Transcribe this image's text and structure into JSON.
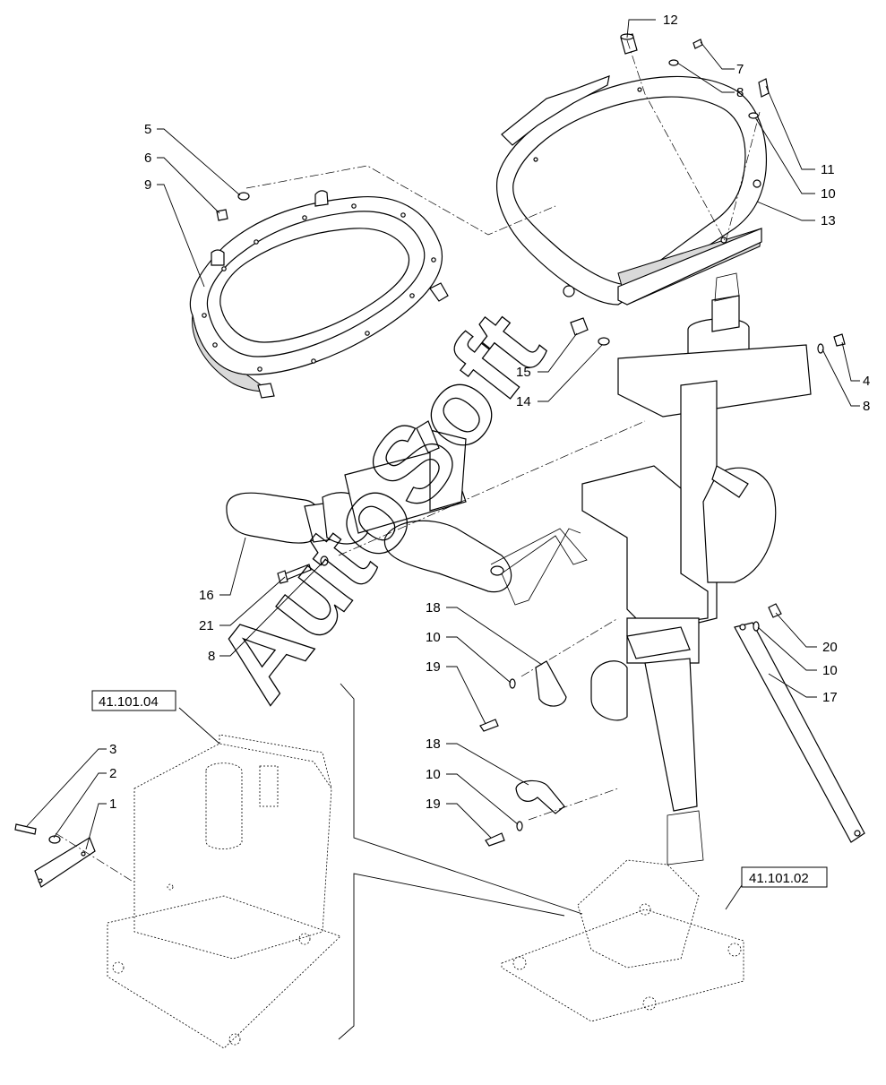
{
  "watermark": "AutoSoft",
  "references": [
    {
      "id": "ref-top",
      "text": "41.101.04"
    },
    {
      "id": "ref-bottom",
      "text": "41.101.02"
    }
  ],
  "callouts": [
    {
      "id": "c12",
      "text": "12"
    },
    {
      "id": "c7",
      "text": "7"
    },
    {
      "id": "c8a",
      "text": "8"
    },
    {
      "id": "c11",
      "text": "11"
    },
    {
      "id": "c10a",
      "text": "10"
    },
    {
      "id": "c13",
      "text": "13"
    },
    {
      "id": "c5",
      "text": "5"
    },
    {
      "id": "c6",
      "text": "6"
    },
    {
      "id": "c9",
      "text": "9"
    },
    {
      "id": "c15",
      "text": "15"
    },
    {
      "id": "c14",
      "text": "14"
    },
    {
      "id": "c4",
      "text": "4"
    },
    {
      "id": "c8b",
      "text": "8"
    },
    {
      "id": "c16",
      "text": "16"
    },
    {
      "id": "c21",
      "text": "21"
    },
    {
      "id": "c8c",
      "text": "8"
    },
    {
      "id": "c18a",
      "text": "18"
    },
    {
      "id": "c10b",
      "text": "10"
    },
    {
      "id": "c19a",
      "text": "19"
    },
    {
      "id": "c20",
      "text": "20"
    },
    {
      "id": "c10c",
      "text": "10"
    },
    {
      "id": "c17",
      "text": "17"
    },
    {
      "id": "c3",
      "text": "3"
    },
    {
      "id": "c2",
      "text": "2"
    },
    {
      "id": "c1",
      "text": "1"
    },
    {
      "id": "c18b",
      "text": "18"
    },
    {
      "id": "c10d",
      "text": "10"
    },
    {
      "id": "c19b",
      "text": "19"
    }
  ]
}
